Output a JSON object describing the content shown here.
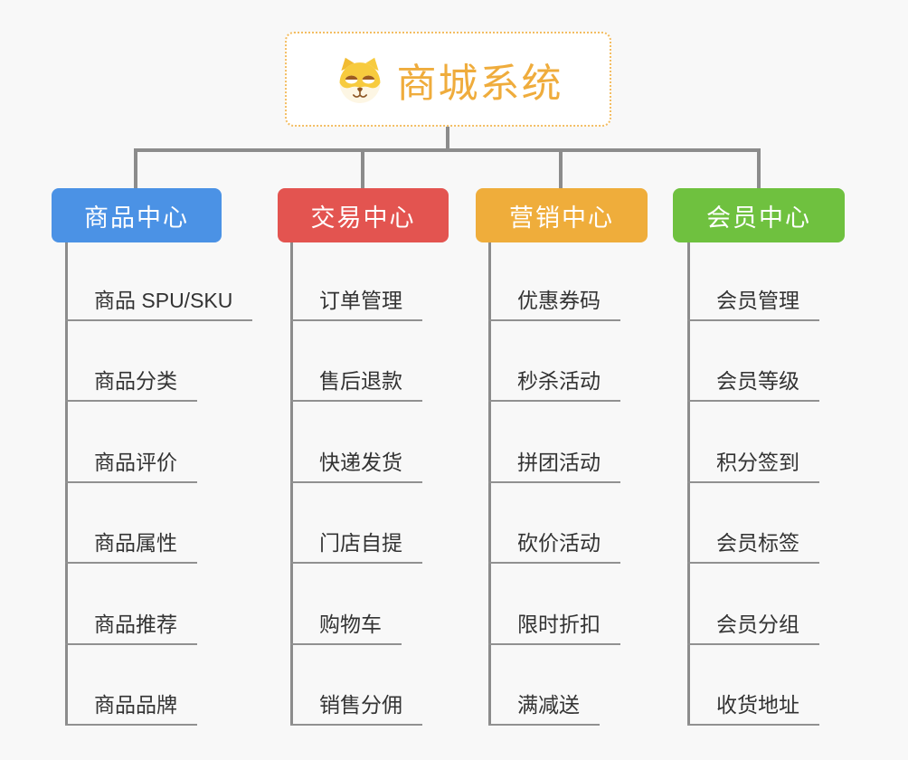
{
  "root": {
    "title": "商城系统",
    "icon": "dog-face-icon"
  },
  "branches": [
    {
      "label": "商品中心",
      "color": "#4B92E5",
      "children": [
        "商品 SPU/SKU",
        "商品分类",
        "商品评价",
        "商品属性",
        "商品推荐",
        "商品品牌"
      ]
    },
    {
      "label": "交易中心",
      "color": "#E35450",
      "children": [
        "订单管理",
        "售后退款",
        "快递发货",
        "门店自提",
        "购物车",
        "销售分佣"
      ]
    },
    {
      "label": "营销中心",
      "color": "#EFAD3B",
      "children": [
        "优惠券码",
        "秒杀活动",
        "拼团活动",
        "砍价活动",
        "限时折扣",
        "满减送"
      ]
    },
    {
      "label": "会员中心",
      "color": "#6FC13F",
      "children": [
        "会员管理",
        "会员等级",
        "积分签到",
        "会员标签",
        "会员分组",
        "收货地址"
      ]
    }
  ],
  "colors": {
    "root_accent": "#EFAC3C",
    "root_border": "#F3BD62",
    "connector": "#8C8C8C",
    "leaf_line": "#919191",
    "leaf_text": "#333333",
    "node_text": "#FFFFFF",
    "background": "#F8F8F8"
  }
}
